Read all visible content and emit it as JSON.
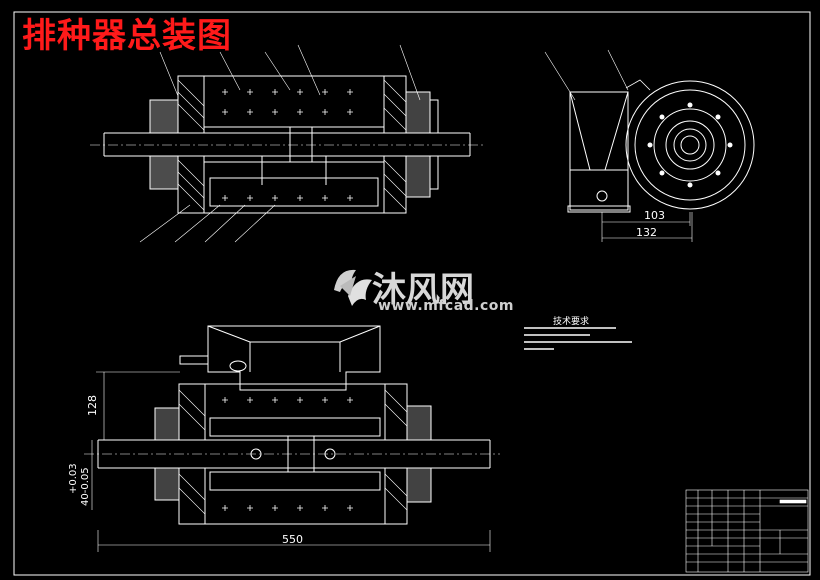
{
  "title": "排种器总装图",
  "watermark": {
    "name": "沐风网",
    "url": "www.mfcad.com"
  },
  "tech_requirements_title": "技术要求",
  "dimensions": {
    "side_width": "103",
    "side_total": "132",
    "bottom_length": "550",
    "bottom_height": "128",
    "shaft_tol_top": "+0.03",
    "shaft_tol_main": "40-0.05"
  },
  "colors": {
    "background": "#000000",
    "linework": "#ffffff",
    "title": "#ff1a1a",
    "watermark": "#d8d8d8"
  }
}
